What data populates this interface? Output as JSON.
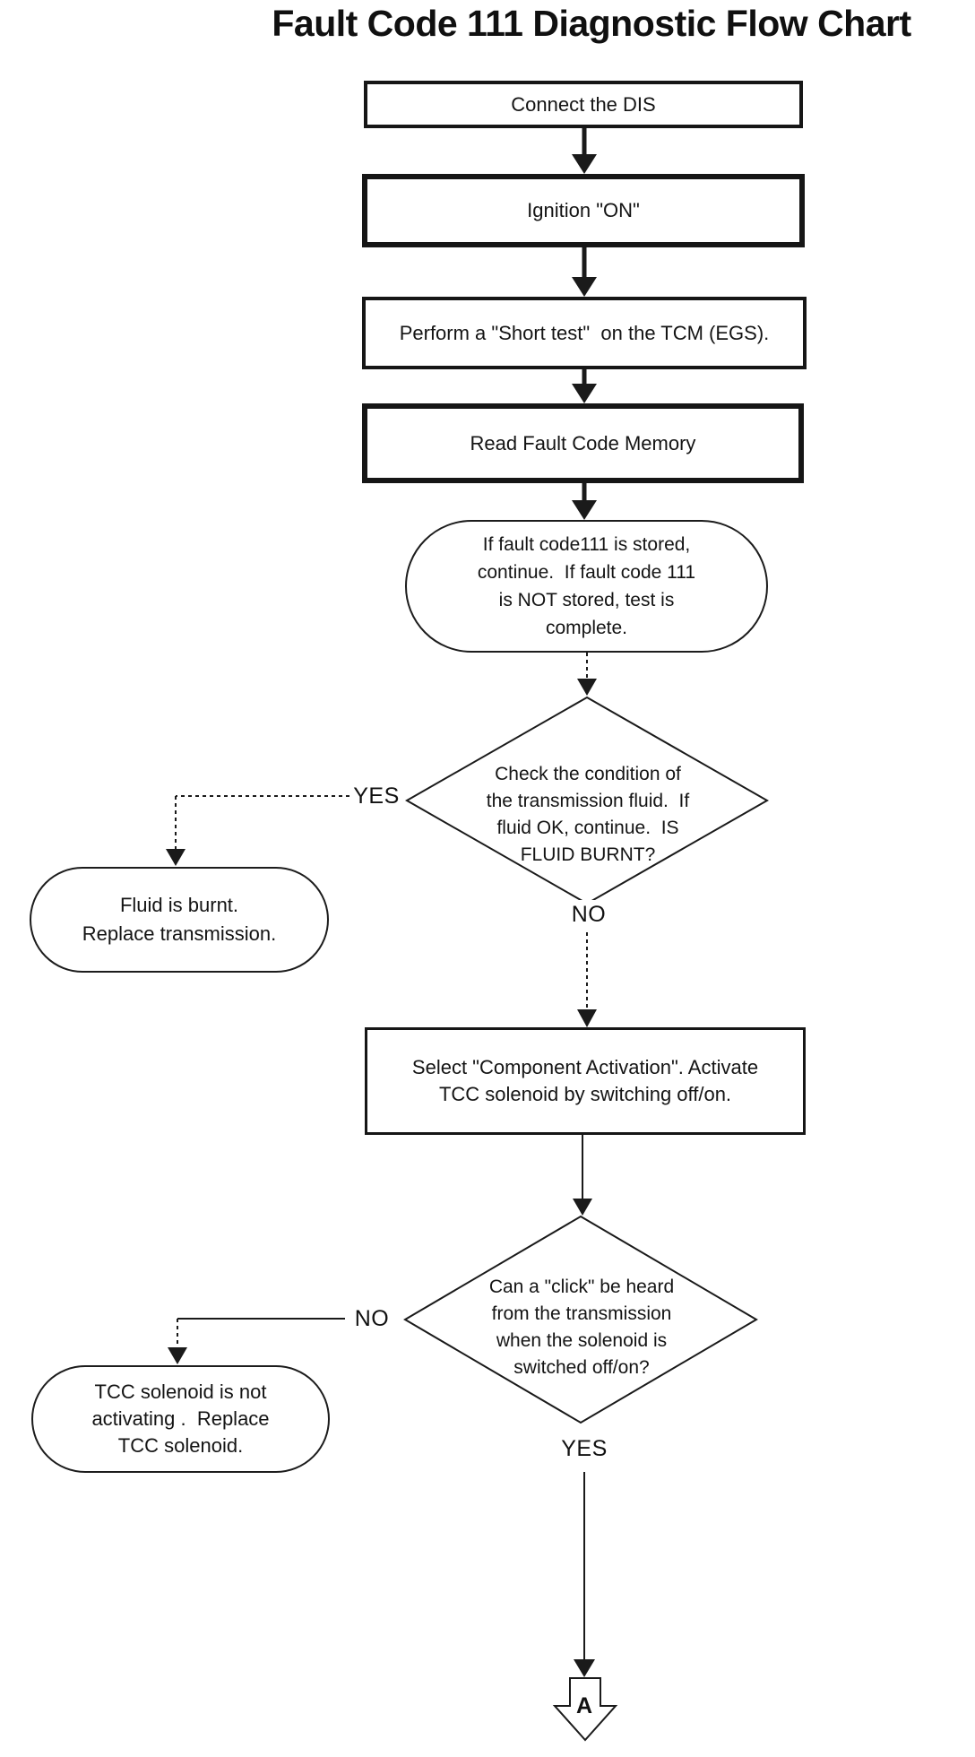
{
  "title": "Fault Code 111 Diagnostic Flow Chart",
  "nodes": {
    "connect_dis": {
      "label": "Connect the DIS"
    },
    "ignition_on": {
      "label": "Ignition \"ON\""
    },
    "short_test": {
      "label": "Perform a \"Short test\"  on the TCM (EGS)."
    },
    "read_fault_memory": {
      "label": "Read Fault Code Memory"
    },
    "fault_stored": {
      "label": "If fault code111 is stored, continue.  If fault code 111 is NOT stored, test is complete.",
      "lines": [
        "If fault code111 is stored,",
        "continue.  If fault code 111",
        "is NOT stored, test is",
        "complete."
      ]
    },
    "check_fluid": {
      "label": "Check the condition of the transmission fluid.  If fluid OK, continue.  IS FLUID BURNT?",
      "lines": [
        "Check the condition of",
        "the transmission fluid.  If",
        "fluid OK, continue.  IS",
        "FLUID BURNT?"
      ]
    },
    "fluid_burnt": {
      "label": "Fluid is burnt. Replace transmission.",
      "lines": [
        "Fluid is burnt.",
        "Replace transmission."
      ]
    },
    "component_activation": {
      "label": "Select \"Component Activation\". Activate TCC solenoid by switching off/on.",
      "lines": [
        "Select \"Component Activation\". Activate",
        "TCC solenoid by switching off/on."
      ]
    },
    "click_heard": {
      "label": "Can a \"click\" be heard from the transmission when the solenoid is switched off/on?",
      "lines": [
        "Can a \"click\" be heard",
        "from the transmission",
        "when the solenoid is",
        "switched off/on?"
      ]
    },
    "tcc_not_activating": {
      "label": "TCC solenoid is not activating .  Replace TCC solenoid.",
      "lines": [
        "TCC solenoid is not",
        "activating .  Replace",
        "TCC solenoid."
      ]
    },
    "connector_a": {
      "label": "A"
    }
  },
  "branch_labels": {
    "fluid_yes": "YES",
    "fluid_no": "NO",
    "click_no": "NO",
    "click_yes": "YES"
  },
  "colors": {
    "ink": "#1a1a1a",
    "background": "#ffffff"
  }
}
